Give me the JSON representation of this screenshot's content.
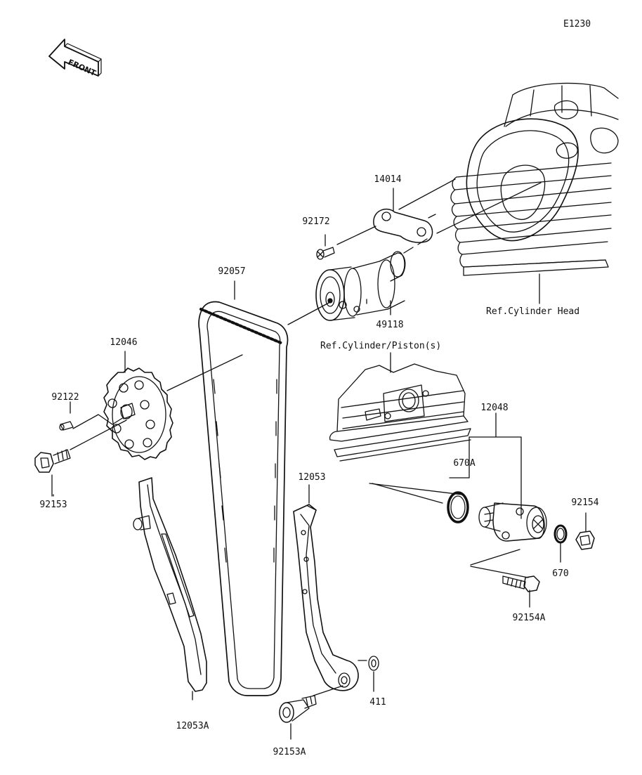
{
  "diagram": {
    "code": "E1230",
    "front_arrow_text": "FRONT",
    "parts": {
      "p14014": "14014",
      "p92172": "92172",
      "p92057": "92057",
      "p49118": "49118",
      "p12046": "12046",
      "p92122": "92122",
      "p92153": "92153",
      "p12048": "12048",
      "p670A": "670A",
      "p12053": "12053",
      "p92154": "92154",
      "p670": "670",
      "p92154A": "92154A",
      "p411": "411",
      "p12053A": "12053A",
      "p92153A": "92153A"
    },
    "refs": {
      "cylinder_head": "Ref.Cylinder Head",
      "cylinder_piston": "Ref.Cylinder/Piston(s)"
    }
  }
}
